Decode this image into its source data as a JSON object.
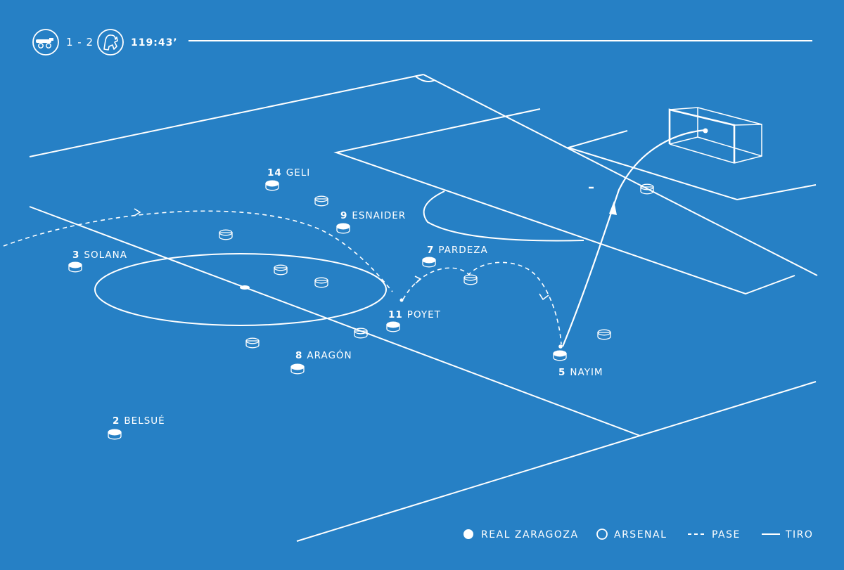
{
  "header": {
    "score": "1 - 2",
    "time": "119:43’",
    "home_crest": "arsenal-cannon-crest",
    "away_crest": "zaragoza-lion-crest"
  },
  "players_zaragoza": [
    {
      "number": "14",
      "name": "GELI"
    },
    {
      "number": "9",
      "name": "ESNAIDER"
    },
    {
      "number": "3",
      "name": "SOLANA"
    },
    {
      "number": "7",
      "name": "PARDEZA"
    },
    {
      "number": "11",
      "name": "POYET"
    },
    {
      "number": "8",
      "name": "ARAGÓN"
    },
    {
      "number": "5",
      "name": "NAYIM"
    },
    {
      "number": "2",
      "name": "BELSUÉ"
    }
  ],
  "legend": {
    "zaragoza": "REAL ZARAGOZA",
    "arsenal": "ARSENAL",
    "pass": "PASE",
    "shot": "TIRO"
  },
  "colors": {
    "background": "#2680c5",
    "lines": "#ffffff"
  }
}
